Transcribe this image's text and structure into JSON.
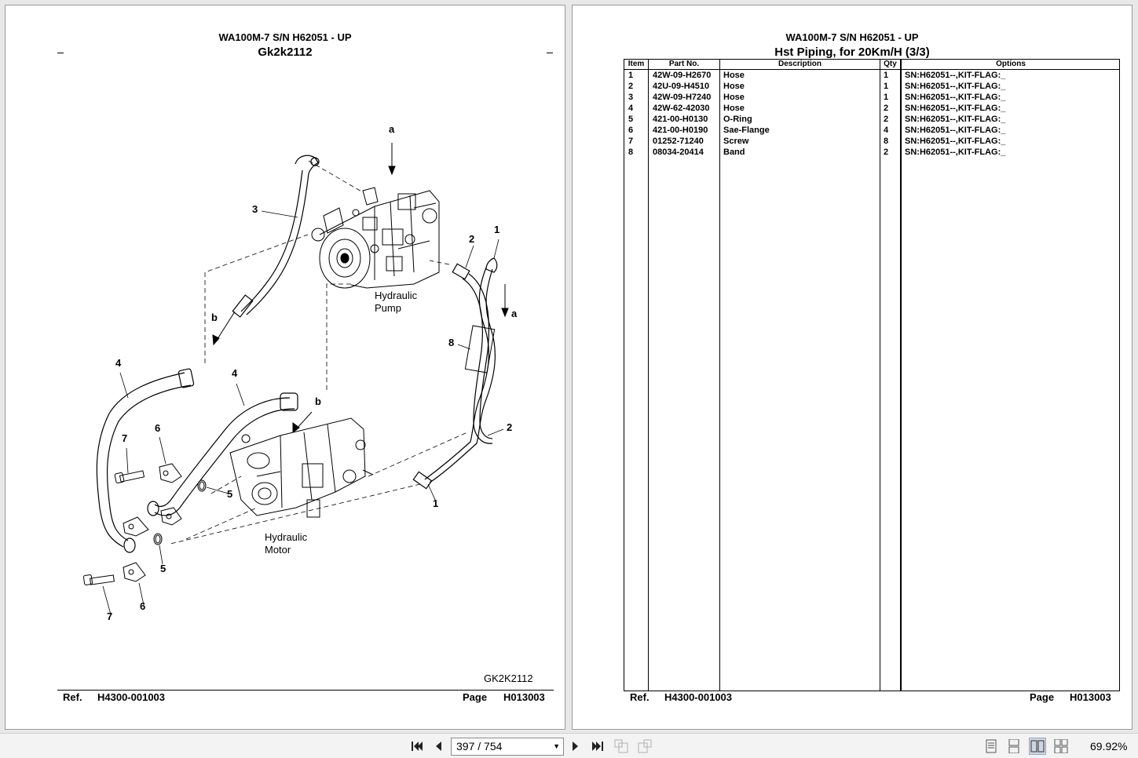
{
  "left_page": {
    "title": "WA100M-7 S/N H62051 - UP",
    "subtitle": "Gk2k2112",
    "figure_code": "GK2K2112",
    "footer": {
      "ref_label": "Ref.",
      "ref_value": "H4300-001003",
      "page_label": "Page",
      "page_value": "H013003"
    },
    "diagram": {
      "labels": {
        "pump": [
          "Hydraulic",
          "Pump"
        ],
        "motor": [
          "Hydraulic",
          "Motor"
        ]
      },
      "callouts": [
        "a",
        "3",
        "2",
        "1",
        "a",
        "b",
        "8",
        "4",
        "4",
        "b",
        "6",
        "7",
        "2",
        "5",
        "1",
        "5",
        "7",
        "6"
      ]
    }
  },
  "right_page": {
    "title": "WA100M-7 S/N H62051 - UP",
    "subtitle": "Hst Piping, for 20Km/H (3/3)",
    "table": {
      "headers": [
        "Item",
        "Part No.",
        "Description",
        "Qty",
        "Options"
      ],
      "rows": [
        {
          "item": "1",
          "part_no": "42W-09-H2670",
          "description": "Hose",
          "qty": "1",
          "options": "SN:H62051--,KIT-FLAG:_"
        },
        {
          "item": "2",
          "part_no": "42U-09-H4510",
          "description": "Hose",
          "qty": "1",
          "options": "SN:H62051--,KIT-FLAG:_"
        },
        {
          "item": "3",
          "part_no": "42W-09-H7240",
          "description": "Hose",
          "qty": "1",
          "options": "SN:H62051--,KIT-FLAG:_"
        },
        {
          "item": "4",
          "part_no": "42W-62-42030",
          "description": "Hose",
          "qty": "2",
          "options": "SN:H62051--,KIT-FLAG:_"
        },
        {
          "item": "5",
          "part_no": "421-00-H0130",
          "description": "O-Ring",
          "qty": "2",
          "options": "SN:H62051--,KIT-FLAG:_"
        },
        {
          "item": "6",
          "part_no": "421-00-H0190",
          "description": "Sae-Flange",
          "qty": "4",
          "options": "SN:H62051--,KIT-FLAG:_"
        },
        {
          "item": "7",
          "part_no": "01252-71240",
          "description": "Screw",
          "qty": "8",
          "options": "SN:H62051--,KIT-FLAG:_"
        },
        {
          "item": "8",
          "part_no": "08034-20414",
          "description": "Band",
          "qty": "2",
          "options": "SN:H62051--,KIT-FLAG:_"
        }
      ]
    },
    "footer": {
      "ref_label": "Ref.",
      "ref_value": "H4300-001003",
      "page_label": "Page",
      "page_value": "H013003"
    }
  },
  "toolbar": {
    "page_current": "397",
    "page_total": "754",
    "page_display": "397 / 754",
    "zoom": "69.92%",
    "icons": [
      "first-page-icon",
      "prev-page-icon",
      "next-page-icon",
      "last-page-icon",
      "rotate-ccw-icon",
      "rotate-cw-icon",
      "single-page-view-icon",
      "continuous-view-icon",
      "two-page-view-icon",
      "two-page-continuous-view-icon"
    ]
  }
}
